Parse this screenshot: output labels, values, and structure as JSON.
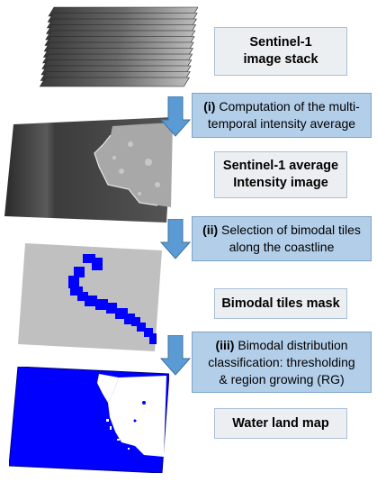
{
  "diagram": {
    "outputs": [
      {
        "line1": "Sentinel-1",
        "line2": "image stack"
      },
      {
        "line1": "Sentinel-1 average",
        "line2": "Intensity image"
      },
      {
        "line1": "Bimodal tiles mask",
        "line2": ""
      },
      {
        "line1": "Water land map",
        "line2": ""
      }
    ],
    "steps": [
      {
        "num": "(i)",
        "text1": " Computation of the multi-",
        "text2": "temporal intensity average",
        "text3": ""
      },
      {
        "num": "(ii)",
        "text1": " Selection of bimodal tiles",
        "text2": "along the coastline",
        "text3": ""
      },
      {
        "num": "(iii)",
        "text1": " Bimodal distribution",
        "text2": "classification: thresholding",
        "text3": "& region growing (RG)"
      }
    ],
    "colors": {
      "arrow": "#5b9bd5",
      "output_box_fill": "#eceff1",
      "step_box_fill": "#b3cee9",
      "water": "#0000ff",
      "mask_background": "#c0c0c0"
    }
  }
}
